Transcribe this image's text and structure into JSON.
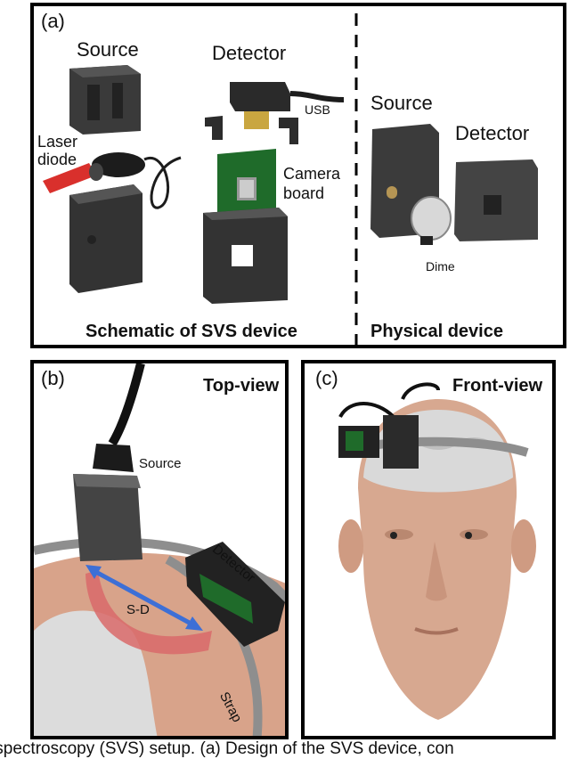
{
  "panel_a": {
    "label": "(a)",
    "source": "Source",
    "detector": "Detector",
    "usb": "USB",
    "laser_diode_line1": "Laser",
    "laser_diode_line2": "diode",
    "camera_board_line1": "Camera",
    "camera_board_line2": "board",
    "source_physical": "Source",
    "detector_physical": "Detector",
    "dime": "Dime",
    "schematic_title": "Schematic of SVS device",
    "physical_title": "Physical device"
  },
  "panel_b": {
    "label": "(b)",
    "title": "Top-view",
    "source": "Source",
    "detector": "Detector",
    "sd": "S-D",
    "strap": "Strap"
  },
  "panel_c": {
    "label": "(c)",
    "title": "Front-view"
  },
  "caption": "ity spectroscopy (SVS) setup. (a) Design of the SVS device, con",
  "colors": {
    "device_dark": "#2b2b2b",
    "board_green": "#1f6b2a",
    "laser_red": "#d9302c",
    "arrow_blue": "#3d6fd6",
    "skin": "#d8a38a",
    "brain": "#d9d9d9"
  }
}
